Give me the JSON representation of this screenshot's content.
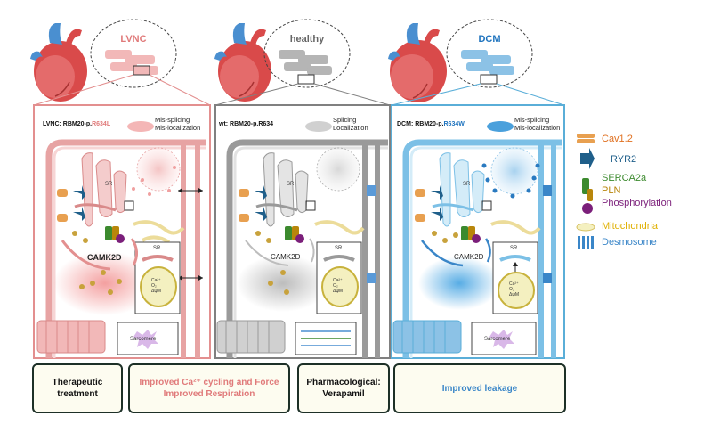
{
  "ovals": {
    "left": "LVNC",
    "middle": "healthy",
    "right": "DCM"
  },
  "variants": {
    "left": {
      "prefix": "LVNC: RBM20-p.",
      "mut": "R634L",
      "line1": "Mis-splicing",
      "line2": "Mis-localization"
    },
    "middle": {
      "prefix": "wt: RBM20-p.",
      "mut": "R634",
      "line1": "Splicing",
      "line2": "Localization"
    },
    "right": {
      "prefix": "DCM: RBM20-p.",
      "mut": "R634W",
      "line1": "Mis-splicing",
      "line2": "Mis-localization"
    }
  },
  "inner_labels": {
    "sr": "SR",
    "camk_left": "CAMK2D",
    "camk_mid": "CAMK2D",
    "camk_right": "CAMK2D",
    "sarcomere": "Sarcomere",
    "mito_lines": [
      "Ca²⁺",
      "O₂",
      "ΔψM"
    ]
  },
  "legend": [
    {
      "label": "Cav1.2",
      "color": "#e07020",
      "icon": "cav12-channel-icon"
    },
    {
      "label": "RYR2",
      "color": "#1f5f8a",
      "icon": "ryr2-channel-icon"
    },
    {
      "label": "SERCA2a",
      "color": "#3c8a2e",
      "icon": "serca2a-pump-icon"
    },
    {
      "label": "PLN",
      "color": "#b8860b",
      "icon": "pln-icon"
    },
    {
      "label": "Phosphorylation",
      "color": "#7b1f7a",
      "icon": "phosphorylation-icon"
    },
    {
      "label": "Mitochondria",
      "color": "#e0b000",
      "icon": "mitochondria-icon"
    },
    {
      "label": "Desmosome",
      "color": "#3a86c8",
      "icon": "desmosome-icon"
    }
  ],
  "bottom": {
    "therapy_line1": "Therapeutic",
    "therapy_line2": "treatment",
    "improved_line1": "Improved Ca²⁺ cycling and Force",
    "improved_line2": "Improved Respiration",
    "pharma_line1": "Pharmacological:",
    "pharma_line2": "Verapamil",
    "leakage": "Improved leakage"
  },
  "colors": {
    "lvnc": "#e38f8f",
    "healthy": "#808080",
    "dcm": "#5aaed8",
    "lvnc_text": "#e07a7a",
    "dcm_text": "#1e73be",
    "box_border": "#1d3027",
    "box_fill": "#fdfcf0"
  }
}
